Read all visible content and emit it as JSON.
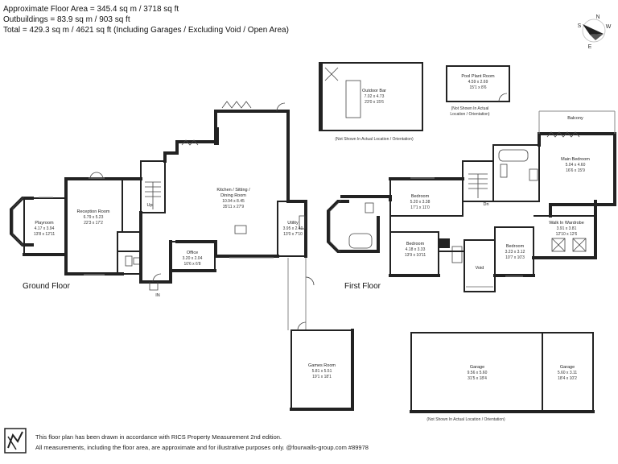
{
  "header": {
    "floor_area": "Approximate Floor Area = 345.4 sq m / 3718 sq ft",
    "outbuildings": "Outbuildings = 83.9 sq m / 903 sq ft",
    "total": "Total = 429.3 sq m / 4621 sq ft (Including Garages / Excluding Void / Open Area)"
  },
  "compass": {
    "n": "N",
    "s": "S",
    "e": "E",
    "w": "W"
  },
  "floors": {
    "ground": "Ground Floor",
    "first": "First Floor"
  },
  "ground_rooms": {
    "playroom": {
      "name": "Playroom",
      "metric": "4.17 x 3.94",
      "imperial": "13'8 x 12'11"
    },
    "reception": {
      "name": "Reception Room",
      "metric": "6.79 x 5.23",
      "imperial": "22'3 x 17'2"
    },
    "kitchen": {
      "name1": "Kitchen / Sitting /",
      "name2": "Dining Room",
      "metric": "10.94 x 8.45",
      "imperial": "35'11 x 27'9"
    },
    "utility": {
      "name": "Utility",
      "metric": "3.95 x 2.40",
      "imperial": "13'0 x 7'10"
    },
    "office": {
      "name": "Office",
      "metric": "3.20 x 2.04",
      "imperial": "10'6 x 6'8"
    },
    "games": {
      "name": "Games Room",
      "metric": "5.81 x 5.51",
      "imperial": "19'1 x 18'1"
    },
    "up": "Up",
    "in": "IN"
  },
  "first_rooms": {
    "bedroom1": {
      "name": "Bedroom",
      "metric": "5.20 x 3.38",
      "imperial": "17'1 x 11'0"
    },
    "bedroom2": {
      "name": "Bedroom",
      "metric": "4.18 x 3.33",
      "imperial": "13'9 x 10'11"
    },
    "bedroom3": {
      "name": "Bedroom",
      "metric": "3.23 x 3.12",
      "imperial": "10'7 x 10'3"
    },
    "main": {
      "name": "Main Bedroom",
      "metric": "5.04 x 4.60",
      "imperial": "16'6 x 15'9"
    },
    "wardrobe": {
      "name": "Walk In Wardrobe",
      "metric": "3.91 x 3.81",
      "imperial": "12'10 x 12'6"
    },
    "balcony": "Balcony",
    "void": "Void",
    "dn": "Dn"
  },
  "outbuildings": {
    "bar": {
      "name": "Outdoor Bar",
      "metric": "7.02 x 4.73",
      "imperial": "23'0 x 15'6"
    },
    "pool": {
      "name": "Pool Plant Room",
      "metric": "4.59 x 2.69",
      "imperial": "15'1 x 8'6"
    },
    "garage1": {
      "name": "Garage",
      "metric": "9.56 x 5.60",
      "imperial": "31'5 x 18'4"
    },
    "garage2": {
      "name": "Garage",
      "metric": "5.60 x 3.11",
      "imperial": "18'4 x 10'2"
    }
  },
  "notes": {
    "bar": "(Not Shown In Actual Location / Orientation)",
    "pool1": "(Not Shown In Actual",
    "pool2": "Location / Orientation)",
    "garage": "(Not Shown In Actual Location / Orientation)"
  },
  "footer": {
    "line1": "This floor plan has been drawn in accordance with RICS Property Measurement 2nd edition.",
    "line2": "All measurements, including the floor area, are approximate and for illustrative purposes only. @fourwalls-group.com #89978"
  }
}
